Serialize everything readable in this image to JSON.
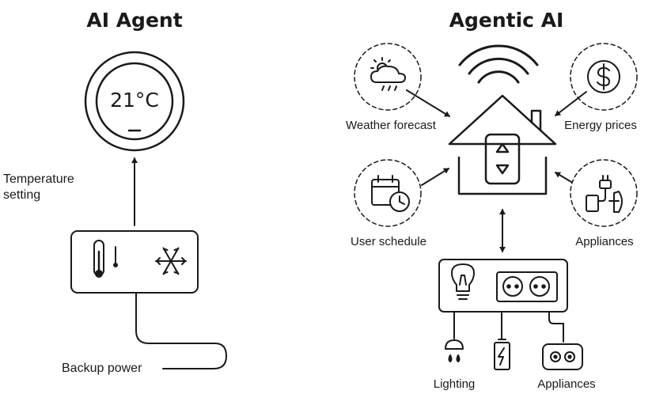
{
  "left_panel": {
    "title": "AI Agent",
    "thermostat_reading": "21°C",
    "arrow_label_line1": "Temperature",
    "arrow_label_line2": "setting",
    "backup_label": "Backup power"
  },
  "right_panel": {
    "title": "Agentic AI",
    "inputs": [
      {
        "label": "Weather forecast",
        "icon": "weather-cloud-sun-rain-icon"
      },
      {
        "label": "Energy prices",
        "icon": "dollar-icon"
      },
      {
        "label": "User schedule",
        "icon": "calendar-clock-icon"
      },
      {
        "label": "Appliances",
        "icon": "plug-icon"
      }
    ],
    "outputs": [
      {
        "label": "Lighting",
        "icon": "lamp-icon"
      },
      {
        "label": "",
        "icon": "battery-icon"
      },
      {
        "label": "Appliances",
        "icon": "socket-icon"
      }
    ]
  },
  "colors": {
    "stroke": "#1a1a1a",
    "background": "#ffffff"
  }
}
